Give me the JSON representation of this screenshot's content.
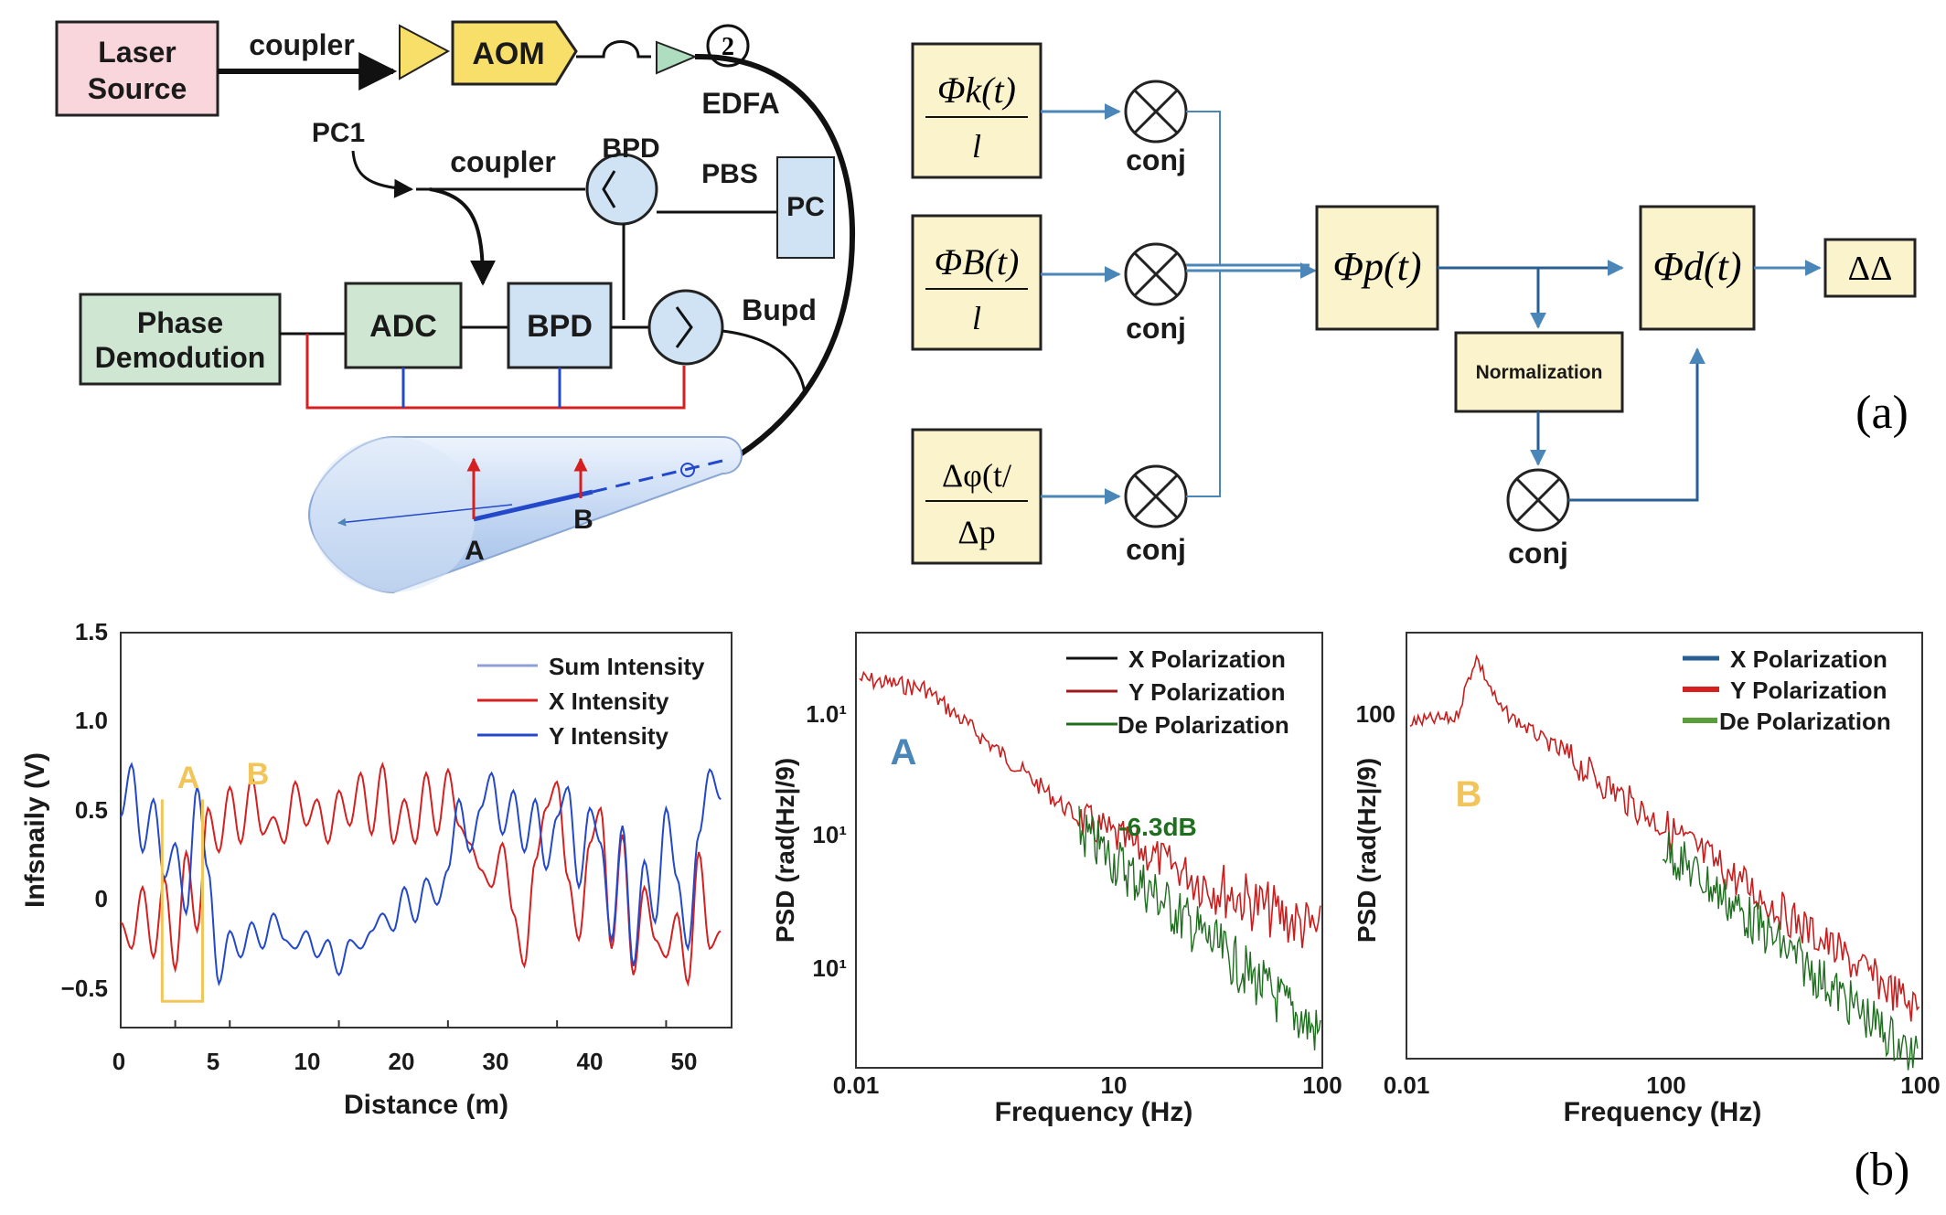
{
  "setup": {
    "laser": [
      "Laser",
      "Source"
    ],
    "coupler_top": "coupler",
    "aom": "AOM",
    "circ_num": "2",
    "edfa": "EDFA",
    "pc1": "PC1",
    "coupler_mid": "coupler",
    "bpd_top": "BPD",
    "pbs": "PBS",
    "pc": "PC",
    "phase": [
      "Phase",
      "Demodution"
    ],
    "adc": "ADC",
    "bpd": "BPD",
    "bupd": "Bupd",
    "point_a": "A",
    "point_b": "B"
  },
  "flow": {
    "in1_num": "Φk(t)",
    "in1_den": "l",
    "in2_num": "ΦB(t)",
    "in2_den": "l",
    "in3_num": "Δφ(t/",
    "in3_den": "Δp",
    "conj": "conj",
    "phi_p": "Φp(t)",
    "normalization": "Normalization",
    "phi_d": "Φd(t)",
    "out": "ΔΔ",
    "panel_a": "(a)",
    "panel_b": "(b)"
  },
  "colors": {
    "laser": "#f9d5dc",
    "aom": "#f7df6a",
    "green_box": "#cfe7d2",
    "blue_box": "#cfe3f5",
    "flow_box": "#fbf3cc",
    "flow_line": "#4a86b8",
    "red": "#d62020",
    "blue": "#2348c9",
    "green": "#1f6e1f",
    "yellow": "#f2c55a"
  },
  "chart_data": [
    {
      "type": "line",
      "xlabel": "Distance (m)",
      "ylabel": "Infsnaily (V)",
      "xlim": [
        0,
        56
      ],
      "ylim": [
        -0.75,
        1.5
      ],
      "xticks": [
        "0",
        "10",
        "20",
        "30",
        "40",
        "50"
      ],
      "xtick_extra": "5",
      "yticks": [
        "1.5",
        "1.0",
        "0.5",
        "0",
        "−0.5"
      ],
      "legend": [
        "Sum Intensity",
        "X Intensity",
        "Y Intensity"
      ],
      "markers": [
        "A",
        "B"
      ],
      "marker_range": [
        3.8,
        7.5
      ],
      "series": [
        {
          "name": "X Intensity",
          "color": "#d62020",
          "x": [
            0,
            1,
            2,
            3,
            4,
            5,
            6,
            7,
            8,
            9,
            10,
            11,
            12,
            13,
            14,
            15,
            16,
            17,
            18,
            19,
            20,
            21,
            22,
            23,
            24,
            25,
            26,
            27,
            28,
            29,
            30,
            31,
            32,
            33,
            34,
            35,
            36,
            37,
            38,
            39,
            40,
            41,
            42,
            43,
            44,
            45,
            46,
            47,
            48,
            49,
            50,
            51,
            52,
            53,
            54,
            55
          ],
          "y": [
            -0.15,
            -0.3,
            0.05,
            -0.35,
            0.1,
            -0.42,
            0.25,
            -0.2,
            0.5,
            0.25,
            0.62,
            0.3,
            0.68,
            0.35,
            0.45,
            0.3,
            0.65,
            0.4,
            0.55,
            0.3,
            0.6,
            0.4,
            0.7,
            0.35,
            0.75,
            0.3,
            0.55,
            0.3,
            0.7,
            0.35,
            0.72,
            0.4,
            0.3,
            0.15,
            0.05,
            0.3,
            -0.1,
            -0.4,
            0.2,
            0.5,
            0.65,
            0.1,
            -0.25,
            0.3,
            0.5,
            -0.3,
            0.35,
            -0.45,
            0.05,
            -0.25,
            -0.35,
            -0.1,
            -0.5,
            0.25,
            -0.3,
            -0.2
          ]
        },
        {
          "name": "Y Intensity",
          "color": "#2348c9",
          "x": [
            0,
            1,
            2,
            3,
            4,
            5,
            6,
            7,
            8,
            9,
            10,
            11,
            12,
            13,
            14,
            15,
            16,
            17,
            18,
            19,
            20,
            21,
            22,
            23,
            24,
            25,
            26,
            27,
            28,
            29,
            30,
            31,
            32,
            33,
            34,
            35,
            36,
            37,
            38,
            39,
            40,
            41,
            42,
            43,
            44,
            45,
            46,
            47,
            48,
            49,
            50,
            51,
            52,
            53,
            54,
            55
          ],
          "y": [
            0.45,
            0.75,
            0.25,
            0.55,
            0.1,
            0.3,
            -0.1,
            0.62,
            0.15,
            -0.5,
            -0.2,
            -0.35,
            -0.15,
            -0.3,
            -0.1,
            -0.25,
            -0.3,
            -0.2,
            -0.35,
            -0.25,
            -0.45,
            -0.25,
            -0.3,
            -0.2,
            -0.1,
            -0.2,
            0.05,
            -0.15,
            0.1,
            -0.05,
            0.15,
            0.55,
            0.25,
            0.5,
            0.7,
            0.35,
            0.6,
            0.25,
            0.55,
            0.15,
            0.45,
            0.62,
            0.05,
            0.5,
            0.3,
            -0.25,
            0.4,
            -0.4,
            0.2,
            -0.15,
            0.5,
            0.1,
            -0.3,
            0.35,
            0.72,
            0.55
          ]
        }
      ]
    },
    {
      "type": "line",
      "xlabel": "Frequency (Hz)",
      "ylabel": "PSD (rad(Hz|/9)",
      "xscale": "log",
      "xlim": [
        0.01,
        100
      ],
      "xticks": [
        "0.01",
        "10",
        "100"
      ],
      "yticks": [
        "1.0¹",
        "10¹",
        "10¹"
      ],
      "legend": [
        "X Polarization",
        "Y Polarization",
        "De Polarization"
      ],
      "annotation": "-6.3dB",
      "tag": "A"
    },
    {
      "type": "line",
      "xlabel": "Frequency (Hz)",
      "ylabel": "PSD (rad(Hz|/9)",
      "xscale": "log",
      "xlim": [
        0.01,
        100
      ],
      "xticks": [
        "0.01",
        "100",
        "100"
      ],
      "yticks": [
        "100"
      ],
      "legend": [
        "X Polarization",
        "Y Polarization",
        "De Polarization"
      ],
      "tag": "B"
    }
  ]
}
